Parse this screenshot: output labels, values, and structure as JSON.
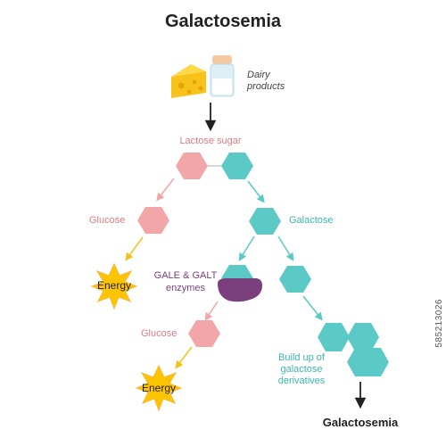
{
  "title": "Galactosemia",
  "labels": {
    "dairy_line1": "Dairy",
    "dairy_line2": "products",
    "lactose": "Lactose sugar",
    "glucose_top": "Glucose",
    "galactose": "Galactose",
    "energy_top": "Energy",
    "enzyme_line1": "GALE & GALT",
    "enzyme_line2": "enzymes",
    "glucose_bottom": "Glucose",
    "energy_bottom": "Energy",
    "buildup_line1": "Build up of",
    "buildup_line2": "galactose",
    "buildup_line3": "derivatives",
    "outcome": "Galactosemia"
  },
  "colors": {
    "glucose": "#F3A6A8",
    "galactose": "#5BC9C6",
    "enzyme": "#7B3F7E",
    "energy_fill": "#FFC400",
    "energy_ring": "#F7B733",
    "arrow_pink": "#F3A6A8",
    "arrow_teal": "#5BC9C6",
    "arrow_yellow": "#F4C21B",
    "text_dark": "#222222",
    "text_pink": "#E07A7E",
    "text_teal": "#3DB5B1",
    "text_purple": "#7B3F7E"
  },
  "watermark": "585213026"
}
